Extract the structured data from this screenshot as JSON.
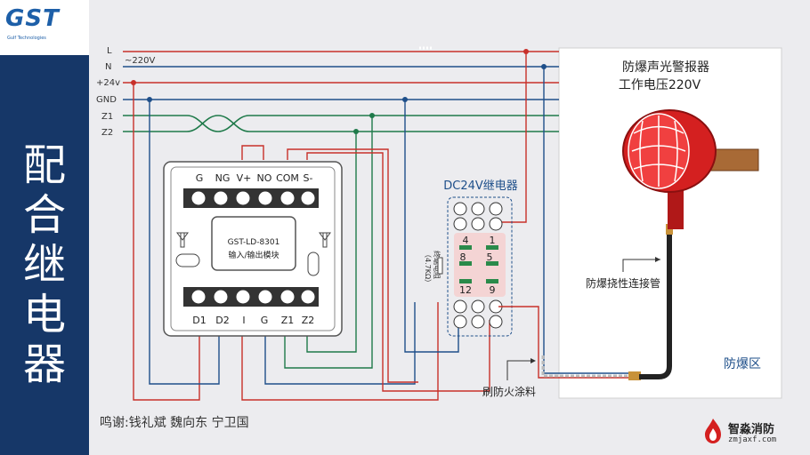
{
  "side_title": "配合继电器",
  "logo": {
    "text": "GST",
    "sub": "Gulf Technologies"
  },
  "bus": {
    "labels": [
      "L",
      "N",
      "+24v",
      "GND",
      "Z1",
      "Z2"
    ],
    "voltage": "~220V"
  },
  "module": {
    "top_terminals": [
      "G",
      "NG",
      "V+",
      "NO",
      "COM",
      "S-"
    ],
    "bottom_terminals": [
      "D1",
      "D2",
      "I",
      "G",
      "Z1",
      "Z2"
    ],
    "model": "GST-LD-8301",
    "name": "输入/输出模块"
  },
  "relay": {
    "title": "DC24V继电器",
    "contacts_top": [
      "4",
      "1"
    ],
    "contacts_mid": [
      "8",
      "5"
    ],
    "contacts_bottom": [
      "12",
      "9"
    ],
    "side_label_a": "（4.7KΩ）",
    "side_label_b": "终端电阻"
  },
  "alarm": {
    "title_line1": "防爆声光警报器",
    "title_line2": "工作电压220V",
    "pipe_label": "防爆挠性连接管",
    "zone_label": "防爆区"
  },
  "coating_label": "刷防火涂料",
  "credits": "鸣谢:钱礼斌 魏向东 宁卫国",
  "watermark": {
    "cn": "智淼消防",
    "url": "zmjaxf.com"
  },
  "colors": {
    "sidebar": "#163768",
    "wire_red": "#c8302a",
    "wire_blue": "#1e4f8a",
    "wire_green": "#1f7a4a"
  }
}
